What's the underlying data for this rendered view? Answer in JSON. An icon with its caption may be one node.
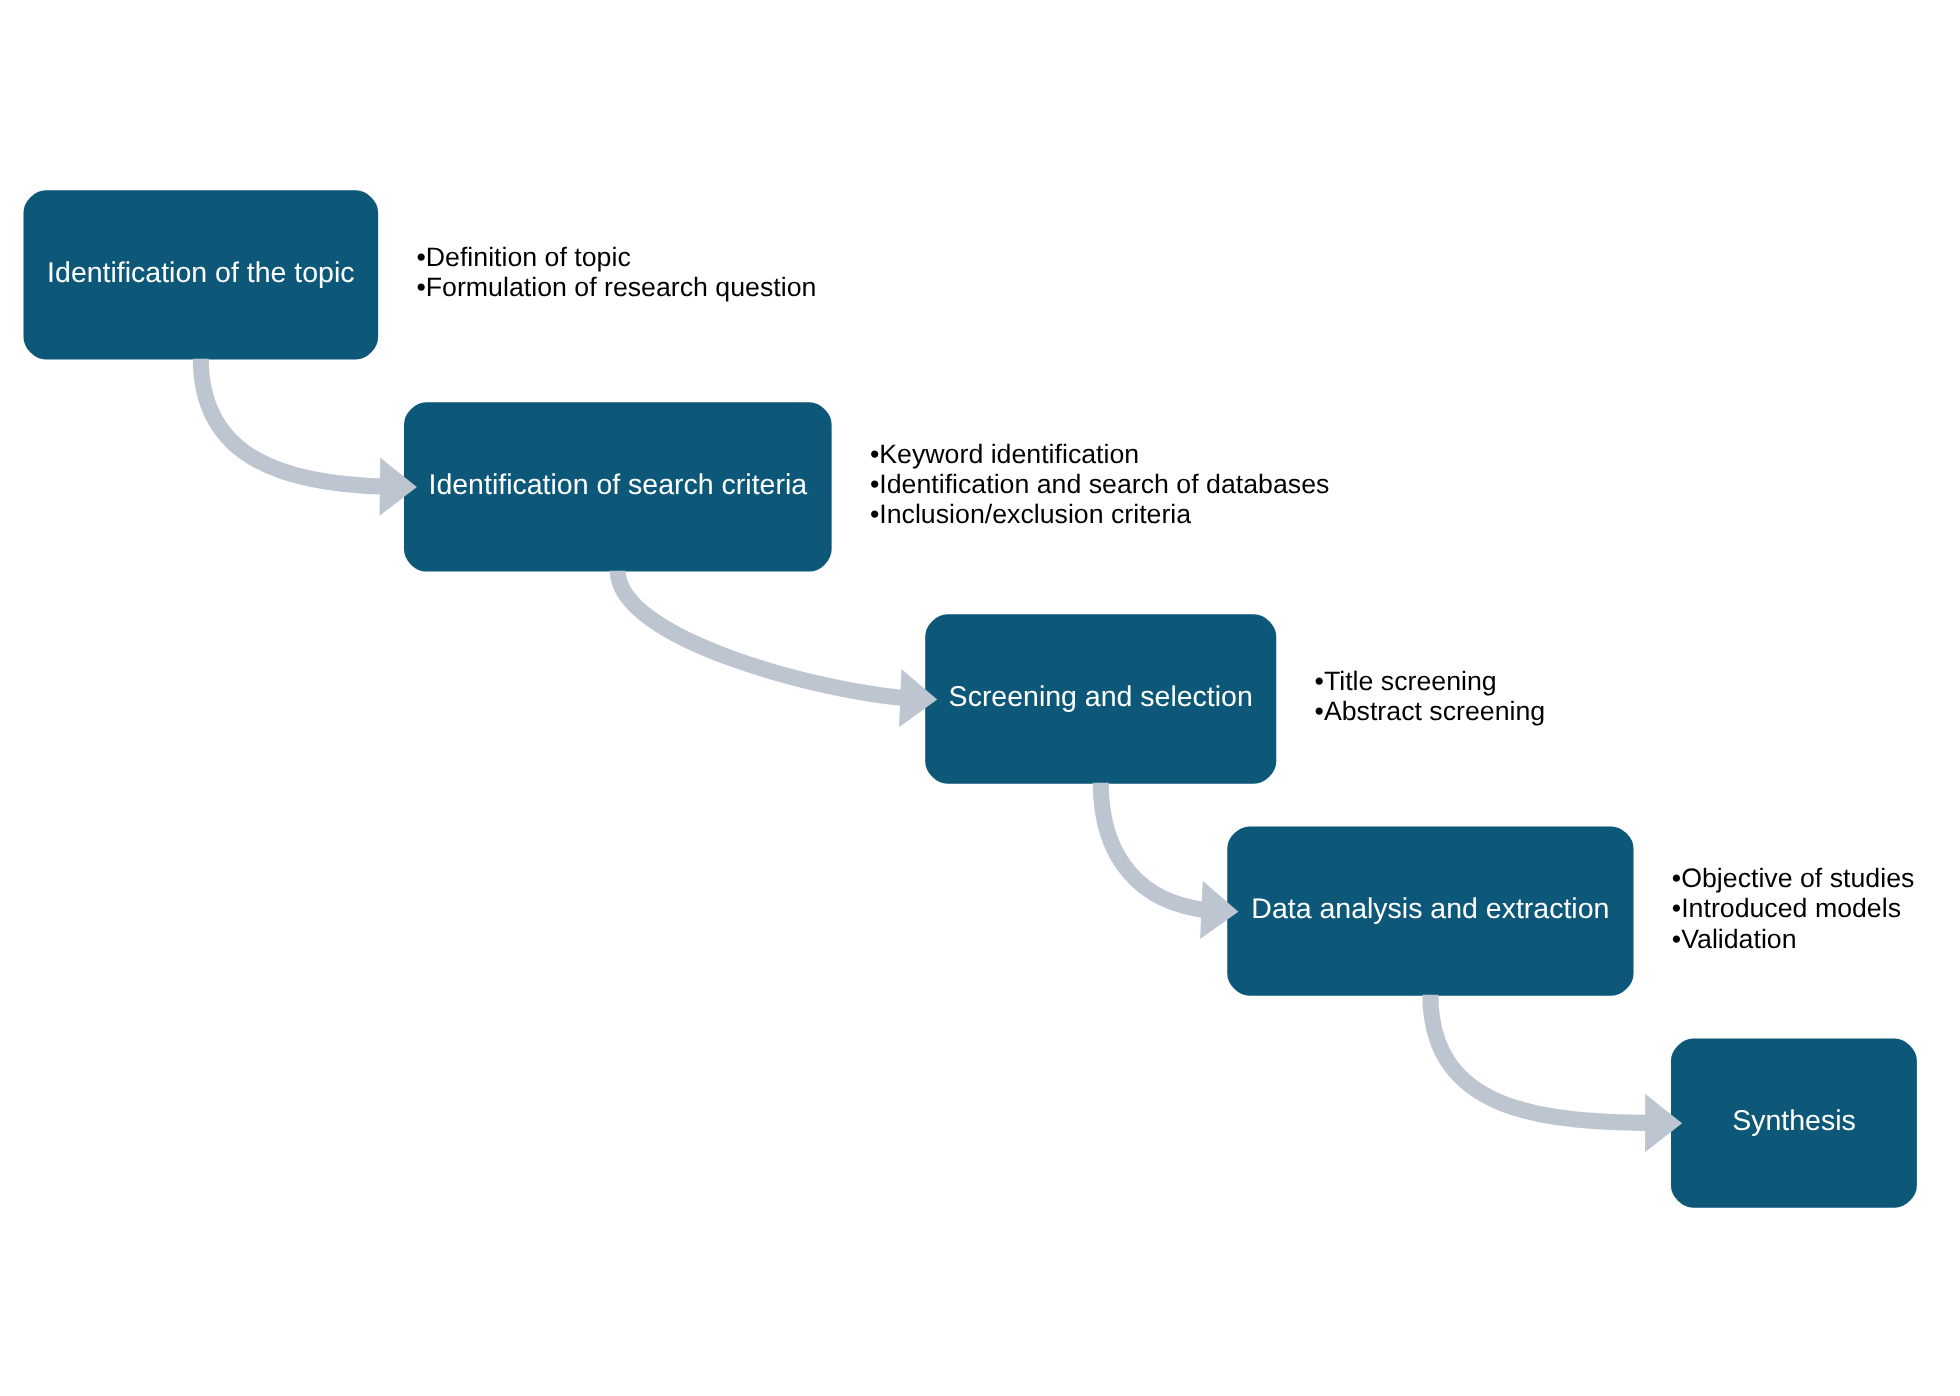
{
  "diagram": {
    "nodes": [
      {
        "text": [
          "Identification of the topic"
        ],
        "beside": [
          "•Definition of topic",
          "•Formulation of research question"
        ]
      },
      {
        "text": [
          "Identification of search criteria"
        ],
        "beside": [
          "•Keyword identification",
          "•Identification and search of databases",
          "•Inclusion/exclusion criteria"
        ]
      },
      {
        "text": [
          "Screening and selection"
        ],
        "beside": [
          "•Title screening",
          "•Abstract screening"
        ]
      },
      {
        "text": [
          "Data analysis and extraction"
        ],
        "beside": [
          "•Objective of studies",
          "•Introduced models",
          "•Validation"
        ]
      },
      {
        "text": [
          "Synthesis"
        ]
      }
    ],
    "edges": [
      {
        "from": 0,
        "to": 1,
        "arrow": "to"
      },
      {
        "from": 1,
        "to": 2,
        "arrow": "to"
      },
      {
        "from": 2,
        "to": 3,
        "arrow": "to"
      },
      {
        "from": 3,
        "to": 4,
        "arrow": "to"
      }
    ]
  }
}
